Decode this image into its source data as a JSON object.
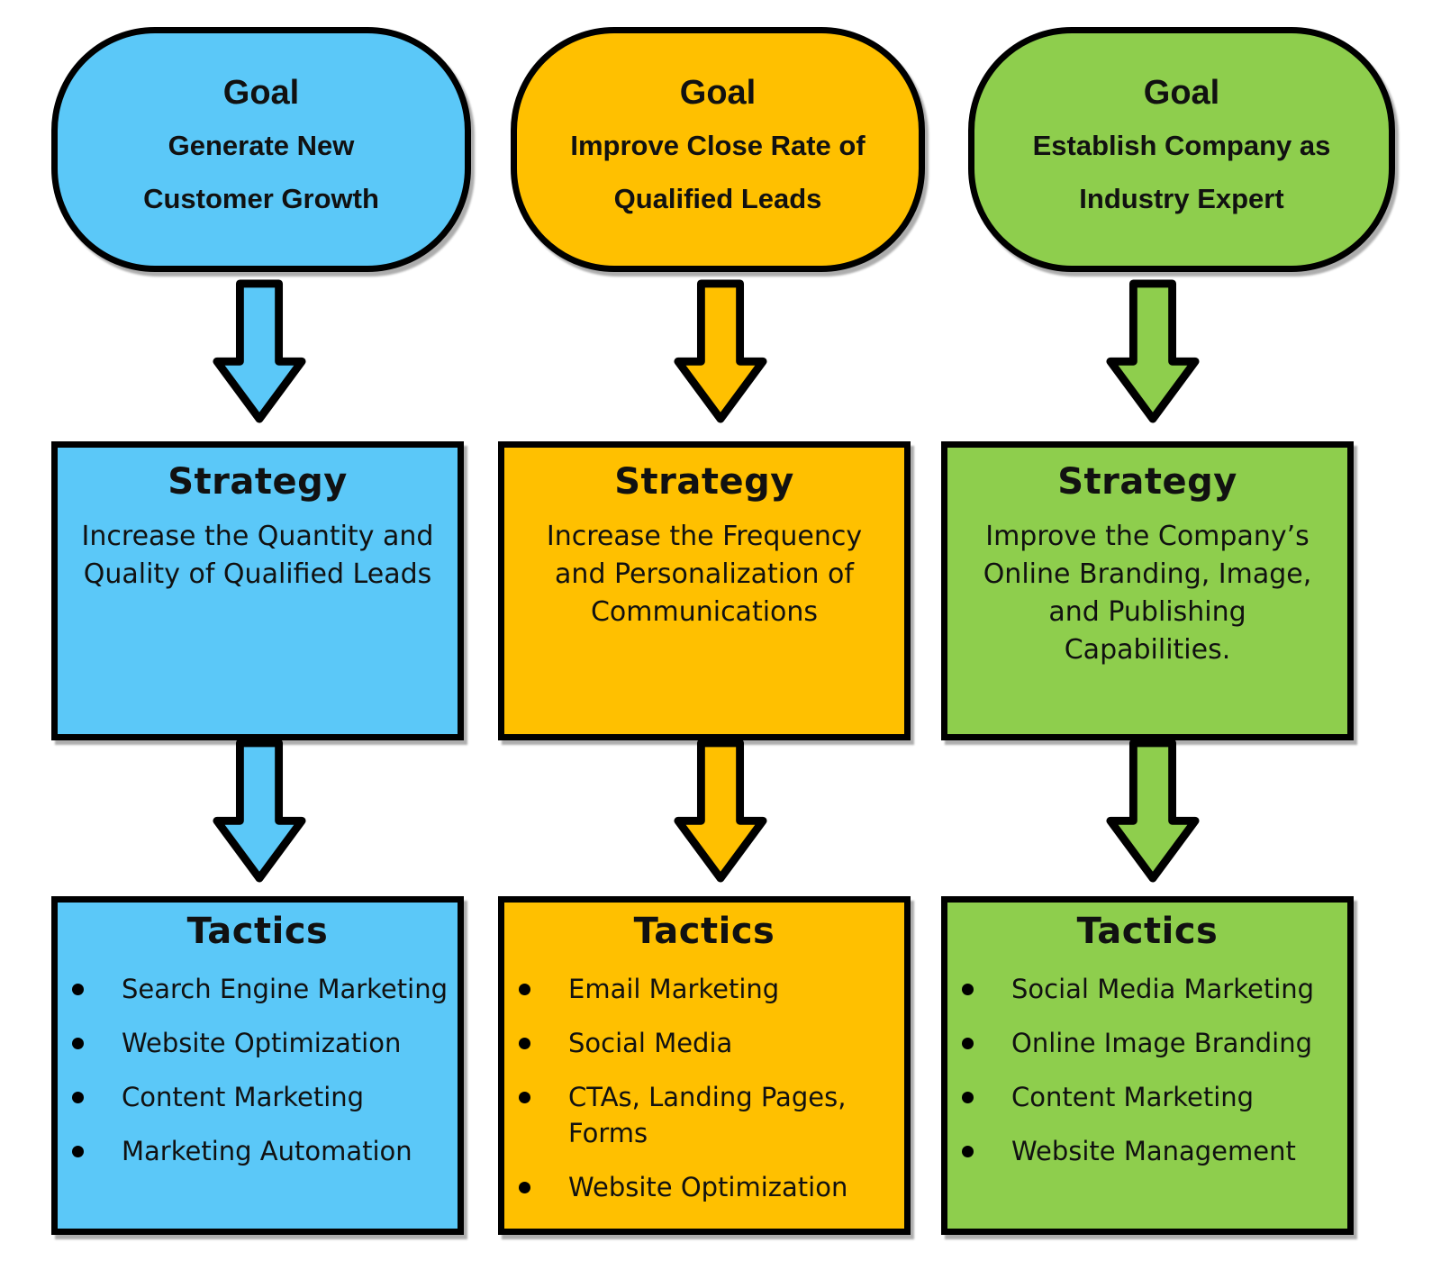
{
  "canvas": {
    "background": "#ffffff",
    "border_color": "#000000"
  },
  "columns": [
    {
      "name": "blue",
      "fill": "#5BC8F8",
      "goal": {
        "heading": "Goal",
        "lines": [
          "Generate New",
          "Customer Growth"
        ]
      },
      "strategy": {
        "heading": "Strategy",
        "lines": [
          "Increase the Quantity and",
          "Quality of Qualified Leads"
        ]
      },
      "tactics": {
        "heading": "Tactics",
        "items": [
          "Search Engine Marketing",
          "Website Optimization",
          "Content Marketing",
          "Marketing Automation"
        ]
      }
    },
    {
      "name": "orange",
      "fill": "#FFC000",
      "goal": {
        "heading": "Goal",
        "lines": [
          "Improve Close Rate of",
          "Qualified Leads"
        ]
      },
      "strategy": {
        "heading": "Strategy",
        "lines": [
          "Increase the Frequency",
          "and Personalization of",
          "Communications"
        ]
      },
      "tactics": {
        "heading": "Tactics",
        "items": [
          "Email Marketing",
          "Social Media",
          "CTAs, Landing Pages, Forms",
          "Website Optimization"
        ]
      }
    },
    {
      "name": "green",
      "fill": "#8ECE4D",
      "goal": {
        "heading": "Goal",
        "lines": [
          "Establish Company as",
          "Industry Expert"
        ]
      },
      "strategy": {
        "heading": "Strategy",
        "lines": [
          "Improve the Company’s",
          "Online Branding, Image,",
          "and Publishing",
          "Capabilities."
        ]
      },
      "tactics": {
        "heading": "Tactics",
        "items": [
          "Social Media Marketing",
          "Online Image Branding",
          "Content Marketing",
          "Website Management"
        ]
      }
    }
  ]
}
